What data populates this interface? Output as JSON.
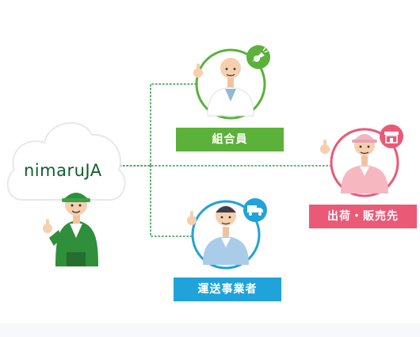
{
  "brand": {
    "name": "nimaruJA"
  },
  "nodes": {
    "member": {
      "label": "組合員",
      "color": "#5bb13a"
    },
    "shipping": {
      "label": "出荷・販売先",
      "color": "#ea5a77"
    },
    "transport": {
      "label": "運送事業者",
      "color": "#1fa3da"
    }
  },
  "icons": {
    "member": "vegetable-icon",
    "shipping": "storefront-icon",
    "transport": "delivery-truck-icon"
  },
  "colors": {
    "connector": "#2f9a45",
    "cloud": "#ffffff",
    "cloud_outline": "#e6e8ec",
    "member_ring": "#5bb13a",
    "shipping_ring": "#ea5a77",
    "transport_ring": "#1fa3da"
  }
}
